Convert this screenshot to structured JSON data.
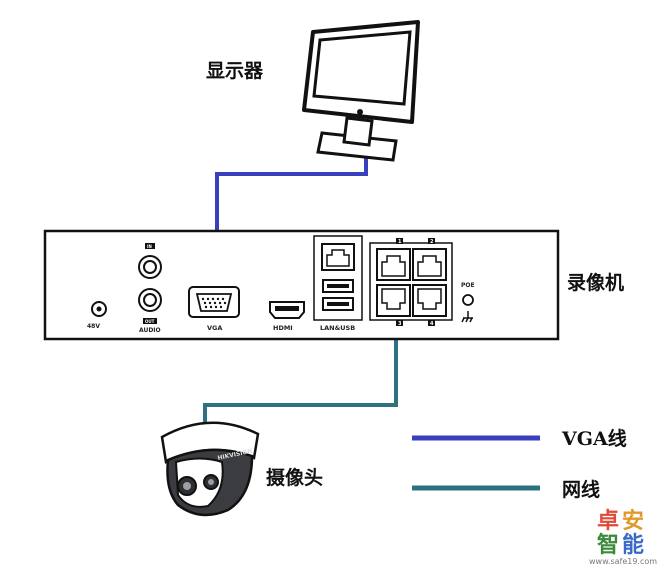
{
  "labels": {
    "monitor": "显示器",
    "nvr": "录像机",
    "camera": "摄像头"
  },
  "nvr_panel": {
    "in_label": "IN",
    "out_label": "OUT",
    "audio_label": "AUDIO",
    "power_label": "48V",
    "vga_label": "VGA",
    "hdmi_label": "HDMI",
    "lan_usb_label": "LAN&USB",
    "poe_label": "POE",
    "port_numbers": [
      "1",
      "2",
      "3",
      "4"
    ]
  },
  "camera_brand": "HIKVISION",
  "legend": [
    {
      "label": "VGA线",
      "color": "#3a3fbe"
    },
    {
      "label": "网线",
      "color": "#2e7281"
    }
  ],
  "watermark": {
    "chars": [
      "卓",
      "安",
      "智",
      "能"
    ],
    "url": "www.safe19.com"
  },
  "colors": {
    "vga_cable": "#3a3fbe",
    "network_cable": "#2e7281"
  }
}
